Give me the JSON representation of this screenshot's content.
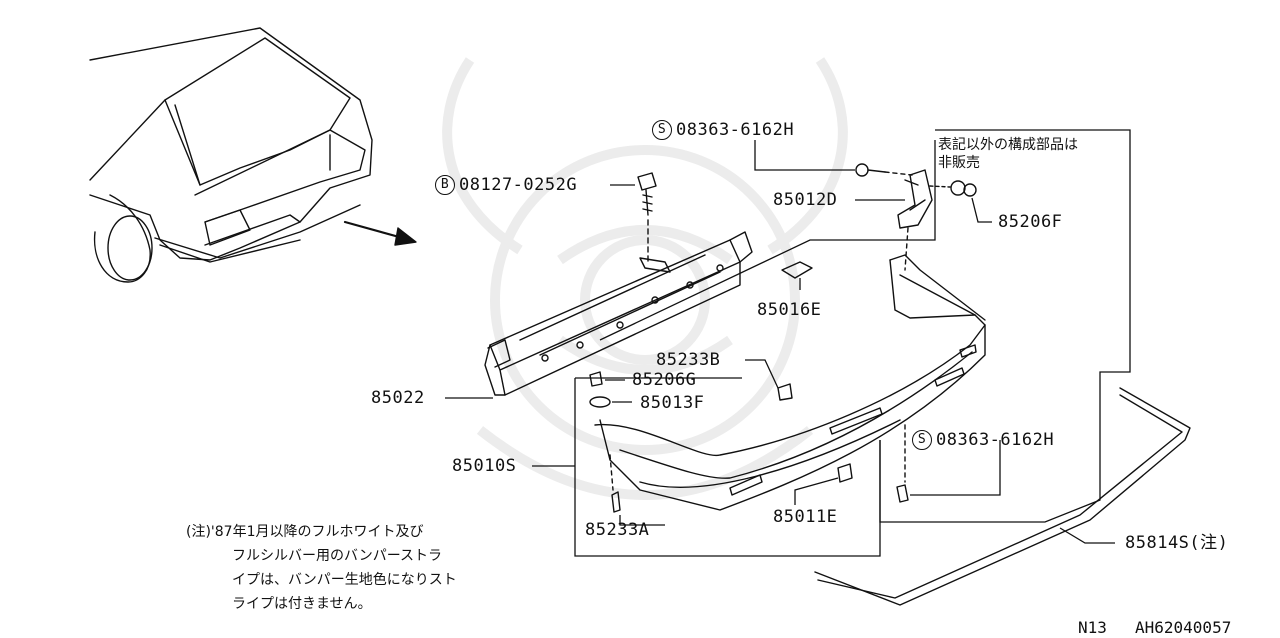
{
  "parts": {
    "p08363_top": {
      "prefix": "S",
      "number": "08363-6162H"
    },
    "p08127": {
      "prefix": "B",
      "number": "08127-0252G"
    },
    "p85012D": "85012D",
    "p85206F": "85206F",
    "p85016E": "85016E",
    "p85233B": "85233B",
    "p85206G": "85206G",
    "p85013F": "85013F",
    "p85022": "85022",
    "p85010S": "85010S",
    "p08363_bottom": {
      "prefix": "S",
      "number": "08363-6162H"
    },
    "p85011E": "85011E",
    "p85233A": "85233A",
    "p85814S": "85814S(注)"
  },
  "not_sold_note": {
    "line1": "表記以外の構成部品は",
    "line2": "非販売"
  },
  "footnote": {
    "line1": "(注)'87年1月以降のフルホワイト及び",
    "line2": "フルシルバー用のバンパーストラ",
    "line3": "イプは、バンパー生地色になりスト",
    "line4": "ライプは付きません。"
  },
  "footer": {
    "model": "N13",
    "code": "AH62040057"
  }
}
